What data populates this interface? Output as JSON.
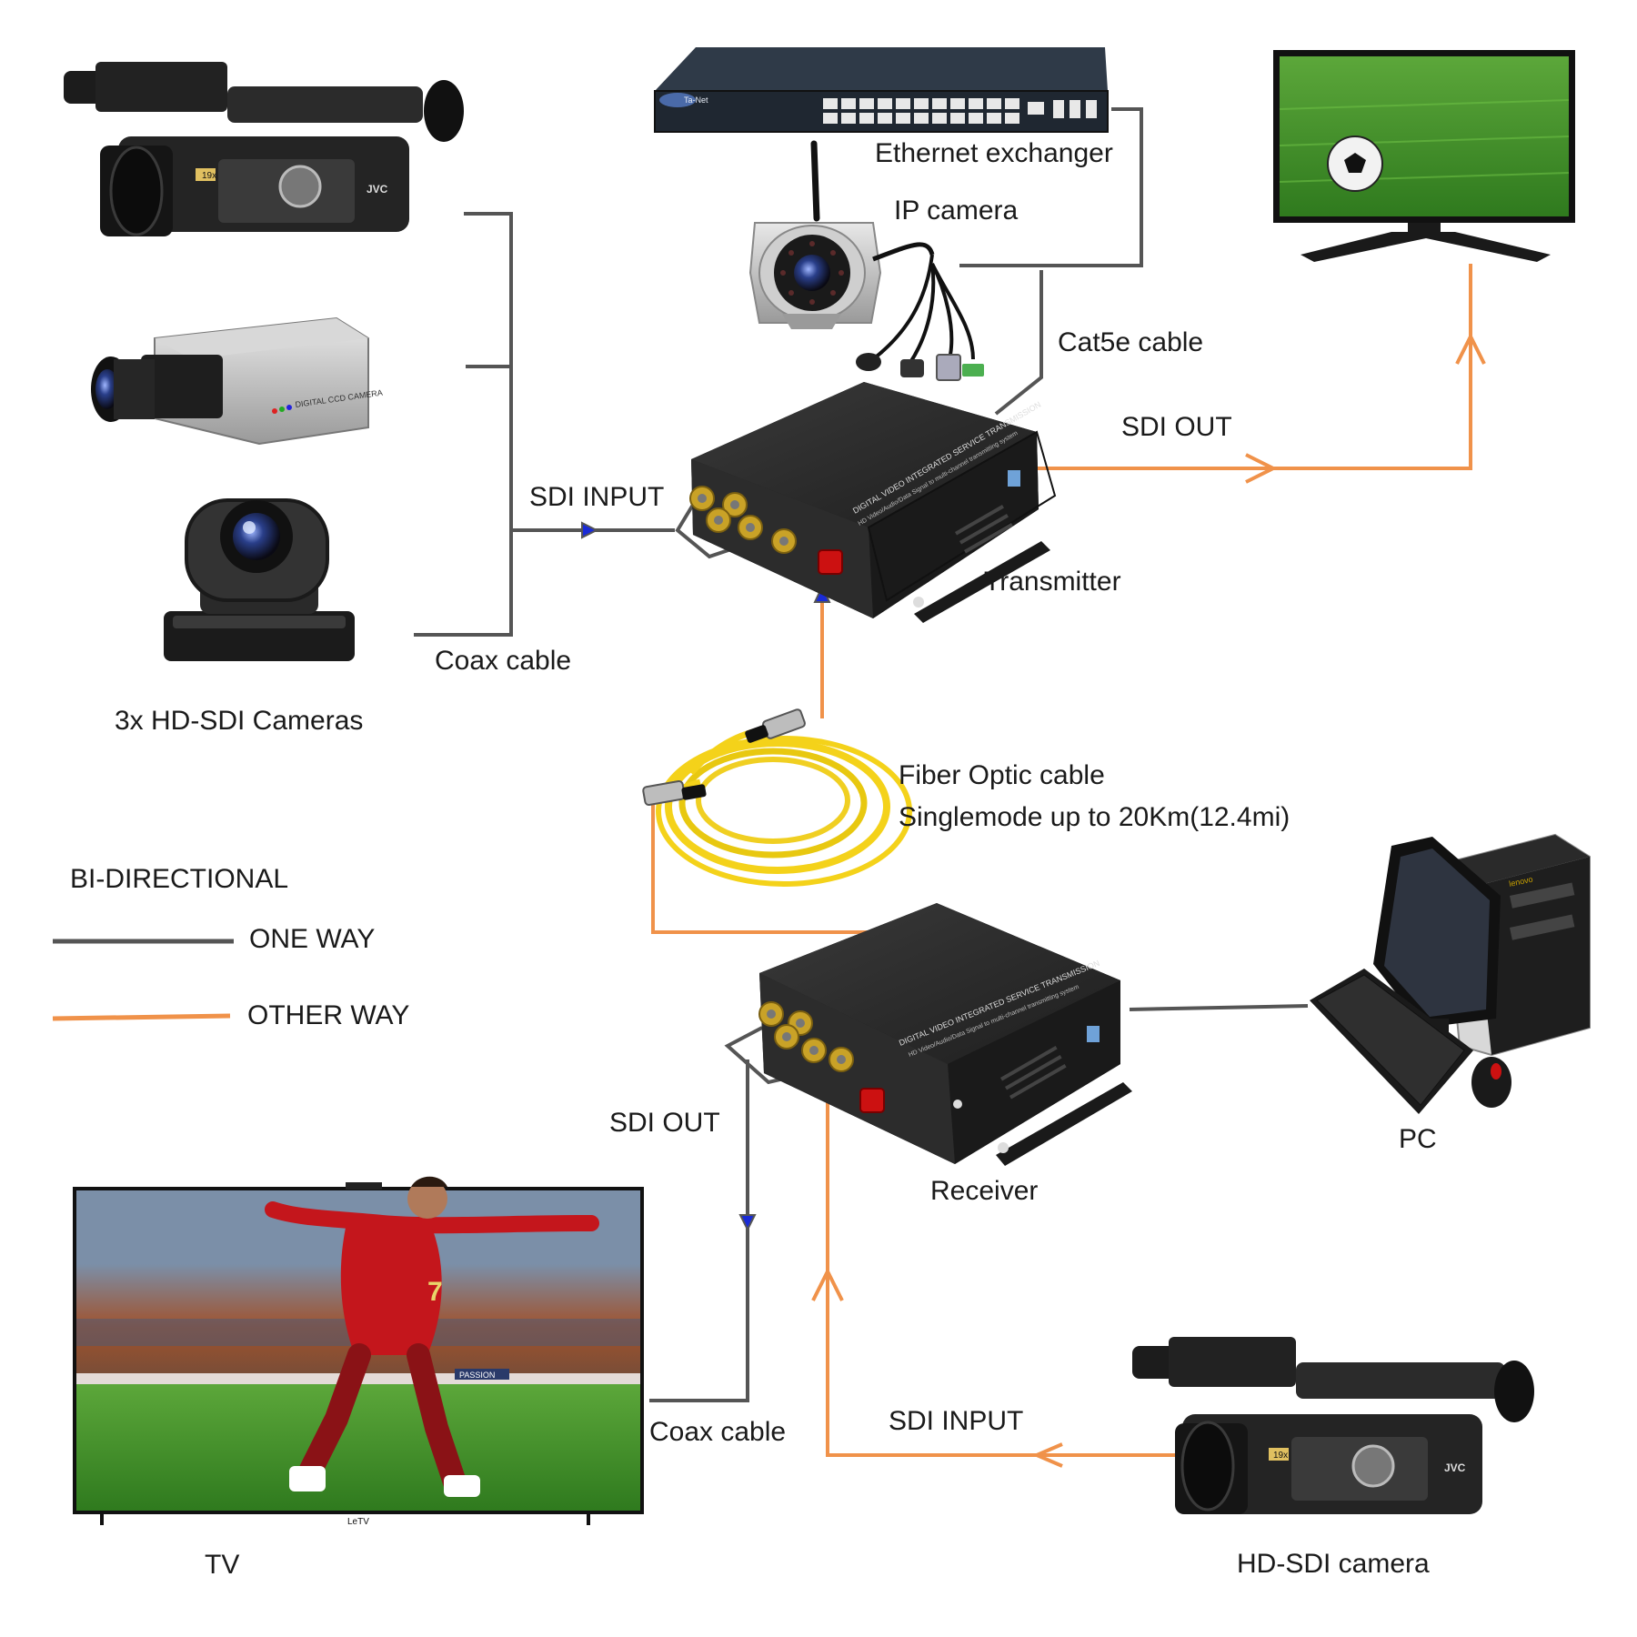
{
  "labels": {
    "ethernet_exchanger": "Ethernet exchanger",
    "ip_camera": "IP camera",
    "cat5e_cable": "Cat5e cable",
    "sdi_out_top": "SDI OUT",
    "sdi_input_top": "SDI INPUT",
    "transmitter": "Transmitter",
    "coax_cable_top": "Coax cable",
    "cameras_caption": "3x HD-SDI Cameras",
    "fiber_line1": "Fiber Optic cable",
    "fiber_line2": "Singlemode up to 20Km(12.4mi)",
    "bi_directional": "BI-DIRECTIONAL",
    "one_way": "ONE WAY",
    "other_way": "OTHER WAY",
    "pc": "PC",
    "sdi_out_bottom": "SDI OUT",
    "receiver": "Receiver",
    "coax_cable_bottom": "Coax cable",
    "sdi_input_bottom": "SDI INPUT",
    "tv": "TV",
    "hd_sdi_camera": "HD-SDI camera"
  },
  "device_text": {
    "camcorder_brand": "JVC",
    "camcorder_zoom": "19x",
    "box_camera_text": "DIGITAL CCD CAMERA",
    "switch_brand": "Ta-Net",
    "transmitter_panel": "DIGITAL VIDEO INTEGRATED SERVICE TRANSMISSION",
    "transmitter_sub": "HD Video/Audio/Data Signal to multi-channel transmitting system",
    "receiver_panel": "DIGITAL VIDEO INTEGRATED SERVICE TRANSMISSION",
    "receiver_sub": "HD Video/Audio/Data Signal to multi-channel transmitting system",
    "pc_brand": "lenovo",
    "tv_brand": "LeTV",
    "player_number": "7",
    "board_text": "PASSION"
  },
  "colors": {
    "one_way_line": "#555555",
    "other_way_line": "#f0924a",
    "arrow_blue": "#1a2bd6",
    "device_dark": "#2a2a2a",
    "fiber_yellow": "#f4d21a",
    "grass": "#3f8c24",
    "jersey_red": "#c4161c"
  }
}
